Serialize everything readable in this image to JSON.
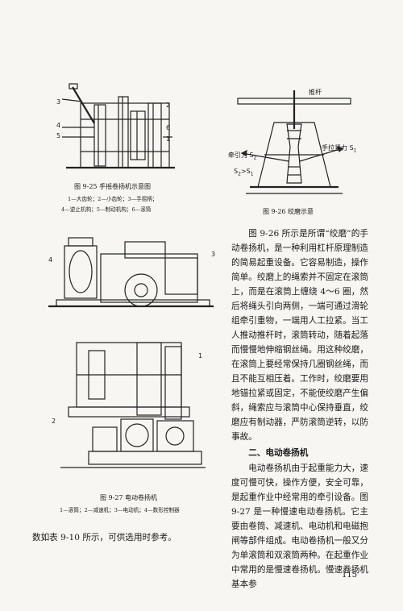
{
  "fig925": {
    "caption": "图 9-25 手摇卷扬机示意图",
    "legend_line1": "1—大齿轮；2—小齿轮；3—手摇柄；",
    "legend_line2": "4—逆止机构；5—制动机构；6—滚筒",
    "labels": [
      "3",
      "2",
      "4",
      "5",
      "6",
      "1"
    ]
  },
  "fig926": {
    "caption": "图 9-26 绞磨示意",
    "lever_label": "推杆",
    "pull_label": "牵引力 S",
    "pull_sub": "2",
    "hand_label": "手拉紧力 S",
    "hand_sub": "1",
    "ineq_a": "S",
    "ineq_a_sub": "2",
    "ineq_op": ">",
    "ineq_b": "S",
    "ineq_b_sub": "1"
  },
  "fig927": {
    "caption": "图 9-27 电动卷扬机",
    "legend": "1—滚筒；2—减速机；3—电动机；4—数形控制器",
    "labels": [
      "4",
      "3",
      "1",
      "2"
    ]
  },
  "body": {
    "para1": "图 9-26 所示是所谓“绞磨”的手动卷扬机，是一种利用杠杆原理制造的简易起重设备。它容易制造，操作简单。绞磨上的绳索并不固定在滚筒上，而是在滚筒上缠绕 4～6 圈，然后将绳头引向两侧，一端可通过滑轮组牵引重物，一端用人工拉紧。当工人推动推杆时，滚筒转动，随着起落而慢慢地伸缩钢丝绳。用这种绞磨，在滚筒上要经常保持几圈钢丝绳，而且不能互相压着。工作时，绞磨要用地锚拉紧或固定，不能使绞磨产生偏斜，绳索应与滚筒中心保持垂直，绞磨应有制动器，严防滚筒逆转，以防事故。",
    "heading": "二、电动卷扬机",
    "para2": "电动卷扬机由于起重能力大，速度可慢可快，操作方便，安全可靠，是起重作业中经常用的牵引设备。图 9-27 是一种慢速电动卷扬机。它主要由卷筒、减速机、电动机和电磁抱闸等部件组成。电动卷扬机一般又分为单滚筒和双滚筒两种。在起重作业中常用的是慢速卷扬机。慢速卷扬机基本参",
    "bottom_line": "数如表 9-10 所示，可供选用时参考。",
    "page_number": "115"
  }
}
